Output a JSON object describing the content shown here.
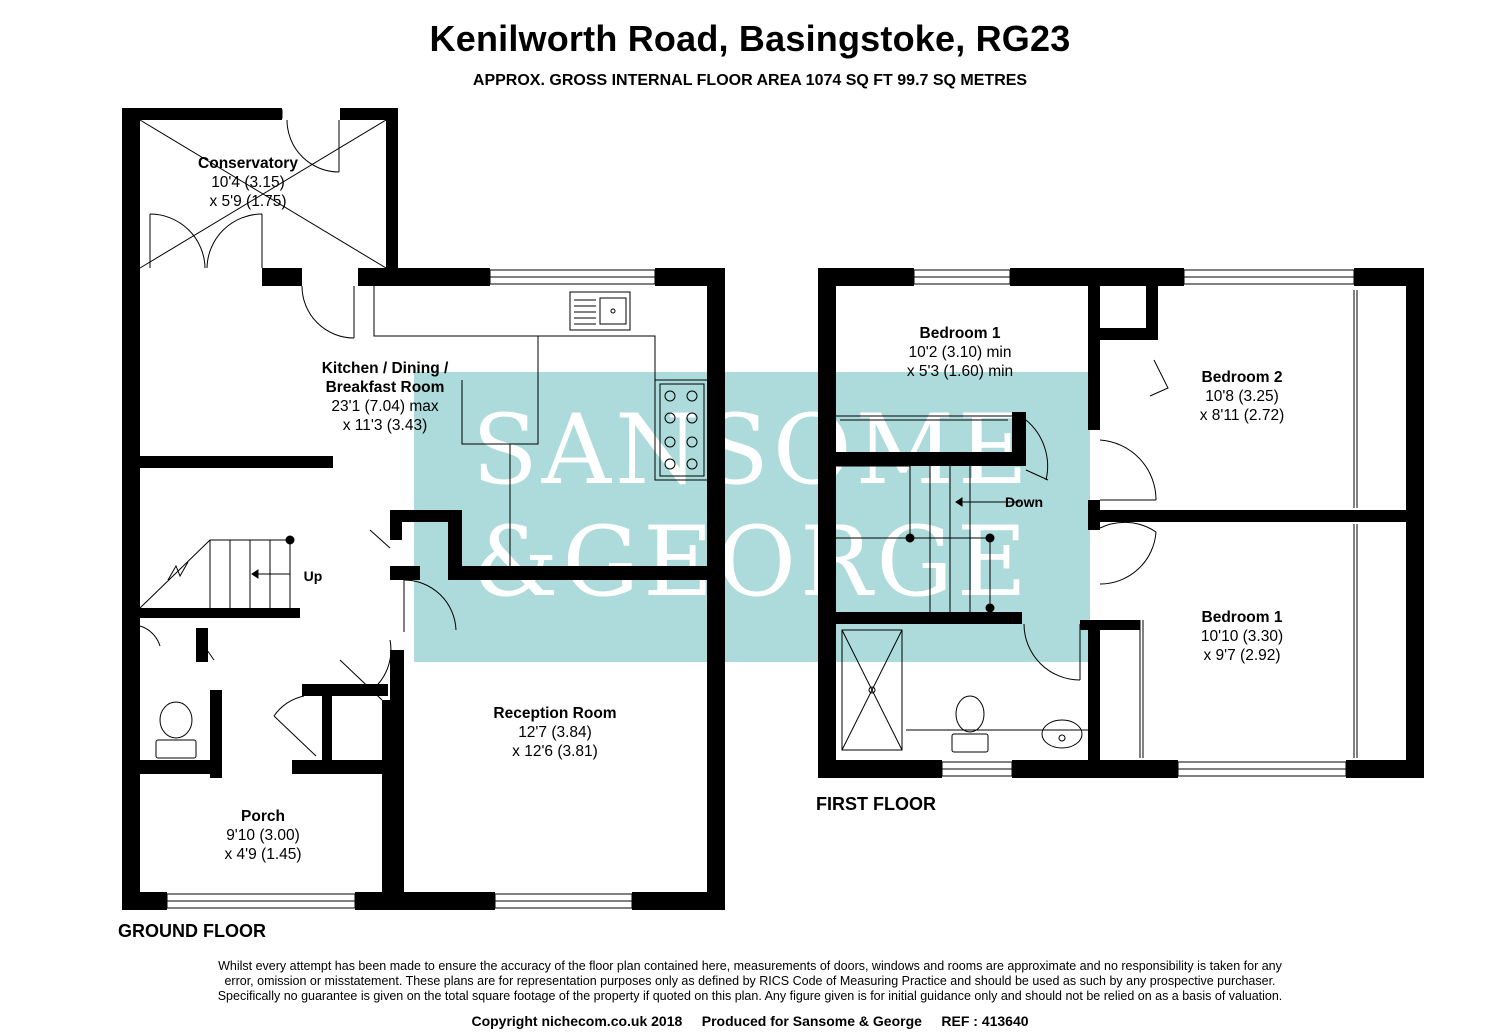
{
  "header": {
    "title": "Kenilworth Road, Basingstoke, RG23",
    "subtitle": "APPROX. GROSS INTERNAL FLOOR AREA 1074 SQ FT 99.7 SQ METRES"
  },
  "watermark": {
    "line1": "SANSOME",
    "line2": "&GEORGE",
    "color": "#a9d8d8"
  },
  "ground_floor": {
    "label": "GROUND FLOOR",
    "rooms": {
      "conservatory": {
        "name": "Conservatory",
        "dim1": "10'4 (3.15)",
        "dim2": "x 5'9 (1.75)"
      },
      "kitchen": {
        "name1": "Kitchen / Dining /",
        "name2": "Breakfast Room",
        "dim1": "23'1 (7.04) max",
        "dim2": "x 11'3 (3.43)"
      },
      "reception": {
        "name": "Reception Room",
        "dim1": "12'7 (3.84)",
        "dim2": "x 12'6 (3.81)"
      },
      "porch": {
        "name": "Porch",
        "dim1": "9'10 (3.00)",
        "dim2": "x 4'9 (1.45)"
      }
    },
    "stairs_label": "Up"
  },
  "first_floor": {
    "label": "FIRST FLOOR",
    "rooms": {
      "bedroom_small": {
        "name": "Bedroom 1",
        "dim1": "10'2 (3.10) min",
        "dim2": "x 5'3 (1.60) min"
      },
      "bedroom_2": {
        "name": "Bedroom 2",
        "dim1": "10'8 (3.25)",
        "dim2": "x 8'11 (2.72)"
      },
      "bedroom_1": {
        "name": "Bedroom 1",
        "dim1": "10'10 (3.30)",
        "dim2": "x 9'7 (2.92)"
      }
    },
    "stairs_label": "Down"
  },
  "footer": {
    "disclaimer_1": "Whilst every attempt has been made to ensure the accuracy of the floor plan contained here, measurements of doors, windows and rooms are approximate and no responsibility is taken for any",
    "disclaimer_2": "error, omission or misstatement. These plans are for representation purposes only as defined by RICS Code of Measuring Practice and should be used as such by any prospective purchaser.",
    "disclaimer_3": "Specifically no guarantee is given on the total square footage of the property if quoted on this plan. Any figure given is for initial guidance only and should not be relied on as a basis of valuation.",
    "copyright": "Copyright nichecom.co.uk 2018",
    "produced_for": "Produced for Sansome & George",
    "ref": "REF : 413640"
  }
}
